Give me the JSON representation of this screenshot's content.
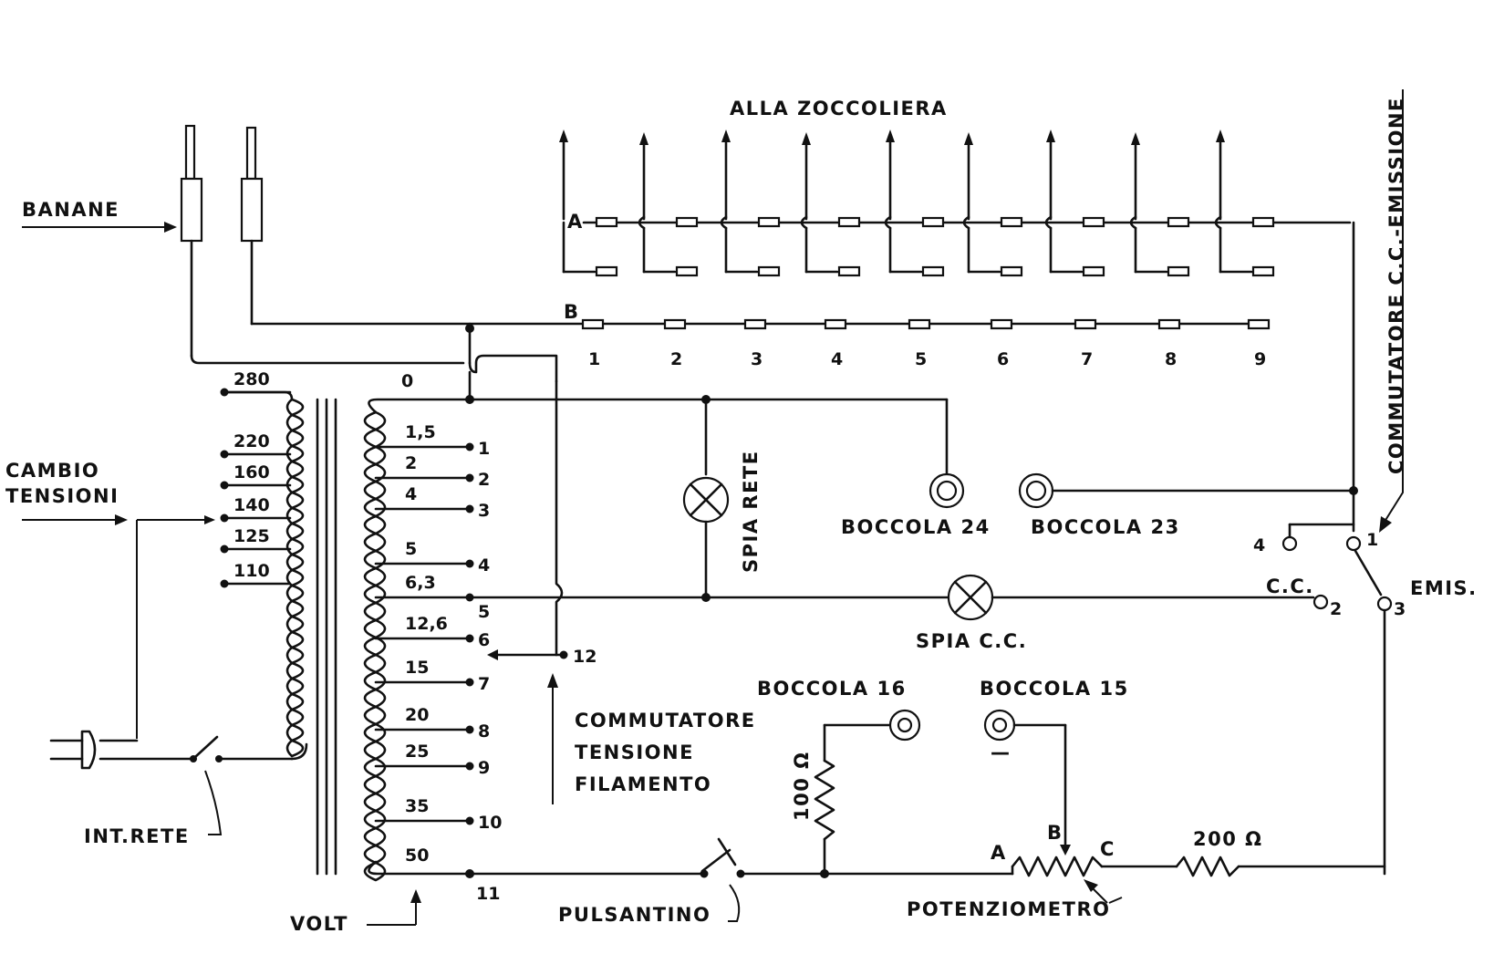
{
  "labels": {
    "alla_zoccoliera": "ALLA  ZOCCOLIERA",
    "banane": "BANANE",
    "cambio_tensioni_1": "CAMBIO",
    "cambio_tensioni_2": "TENSIONI",
    "int_rete": "INT.RETE",
    "volt": "VOLT",
    "commutatore_filamento_1": "COMMUTATORE",
    "commutatore_filamento_2": "TENSIONE",
    "commutatore_filamento_3": "FILAMENTO",
    "spia_rete": "SPIA  RETE",
    "spia_cc": "SPIA C.C.",
    "boccola_24": "BOCCOLA 24",
    "boccola_23": "BOCCOLA 23",
    "boccola_16": "BOCCOLA 16",
    "boccola_15": "BOCCOLA 15",
    "minus": "—",
    "commutatore_emissione": "COMMUTATORE C.C.-EMISSIONE",
    "emis": "EMIS.",
    "cc": "C.C.",
    "pulsantino": "PULSANTINO",
    "potenziometro": "POTENZIOMETRO",
    "r100": "100 Ω",
    "r200": "200 Ω",
    "pot_a": "A",
    "pot_b": "B",
    "pot_c": "C",
    "row_a": "A",
    "row_b": "B",
    "sw_1": "1",
    "sw_2": "2",
    "sw_3": "3",
    "sw_4": "4",
    "sec_12": "12"
  },
  "primary_taps": [
    "280",
    "220",
    "160",
    "140",
    "125",
    "110"
  ],
  "secondary_taps": [
    {
      "volt": "0",
      "pos": ""
    },
    {
      "volt": "1,5",
      "pos": "1"
    },
    {
      "volt": "2",
      "pos": "2"
    },
    {
      "volt": "4",
      "pos": "3"
    },
    {
      "volt": "5",
      "pos": "4"
    },
    {
      "volt": "6,3",
      "pos": "5"
    },
    {
      "volt": "12,6",
      "pos": "6"
    },
    {
      "volt": "15",
      "pos": "7"
    },
    {
      "volt": "20",
      "pos": "8"
    },
    {
      "volt": "25",
      "pos": "9"
    },
    {
      "volt": "35",
      "pos": "10"
    },
    {
      "volt": "50",
      "pos": "11"
    }
  ],
  "socket_numbers": [
    "1",
    "2",
    "3",
    "4",
    "5",
    "6",
    "7",
    "8",
    "9"
  ]
}
